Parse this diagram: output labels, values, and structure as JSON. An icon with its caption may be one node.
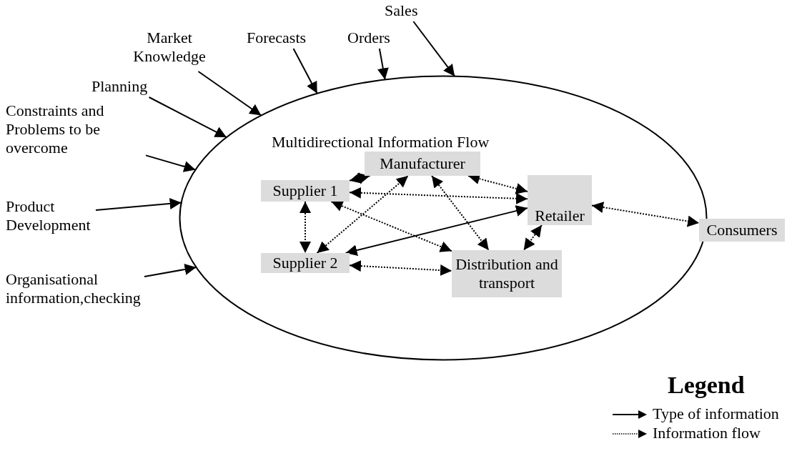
{
  "diagram": {
    "nodes": [
      {
        "text": [
          "Multidirectional Information Flow"
        ]
      },
      {
        "text": [
          "Manufacturer"
        ],
        "in": 0
      },
      {
        "text": [
          "Supplier 1"
        ],
        "in": 0
      },
      {
        "text": [
          "Retailer"
        ],
        "in": 0
      },
      {
        "text": [
          "Supplier 2"
        ],
        "in": 0
      },
      {
        "text": [
          "Distribution and transport"
        ],
        "in": 0
      },
      {
        "text": [
          "Consumers"
        ]
      },
      {
        "text": [
          "Sales"
        ]
      },
      {
        "text": [
          "Orders"
        ]
      },
      {
        "text": [
          "Forecasts"
        ]
      },
      {
        "text": [
          "Market Knowledge"
        ]
      },
      {
        "text": [
          "Planning"
        ]
      },
      {
        "text": [
          "Constraints and Problems to be overcome"
        ]
      },
      {
        "text": [
          "Product Development"
        ]
      },
      {
        "text": [
          "Organisational information,checking"
        ]
      }
    ],
    "edges": [
      {
        "from": 7,
        "to": 0,
        "arrow": "to"
      },
      {
        "from": 8,
        "to": 0,
        "arrow": "to"
      },
      {
        "from": 9,
        "to": 0,
        "arrow": "to"
      },
      {
        "from": 10,
        "to": 0,
        "arrow": "to"
      },
      {
        "from": 11,
        "to": 0,
        "arrow": "to"
      },
      {
        "from": 12,
        "to": 0,
        "arrow": "to"
      },
      {
        "from": 13,
        "to": 0,
        "arrow": "to"
      },
      {
        "from": 14,
        "to": 0,
        "arrow": "to"
      },
      {
        "from": 2,
        "to": 1,
        "arrow": "both",
        "style": "dashed"
      },
      {
        "from": 1,
        "to": 3,
        "arrow": "both",
        "style": "dashed"
      },
      {
        "from": 2,
        "to": 3,
        "arrow": "both",
        "style": "dashed"
      },
      {
        "from": 2,
        "to": 4,
        "arrow": "both",
        "style": "dashed"
      },
      {
        "from": 2,
        "to": 5,
        "arrow": "both",
        "style": "dashed"
      },
      {
        "from": 4,
        "to": 1,
        "arrow": "both",
        "style": "dashed"
      },
      {
        "from": 1,
        "to": 5,
        "arrow": "both",
        "style": "dashed"
      },
      {
        "from": 3,
        "to": 4,
        "arrow": "both"
      },
      {
        "from": 3,
        "to": 5,
        "arrow": "both",
        "style": "dashed"
      },
      {
        "from": 4,
        "to": 5,
        "arrow": "both",
        "style": "dashed"
      },
      {
        "from": 3,
        "to": 6,
        "arrow": "both",
        "style": "dashed"
      }
    ],
    "labels": [
      "Legend"
    ],
    "legend": [
      {
        "text": "Type of information"
      },
      {
        "text": "Information flow"
      }
    ]
  }
}
